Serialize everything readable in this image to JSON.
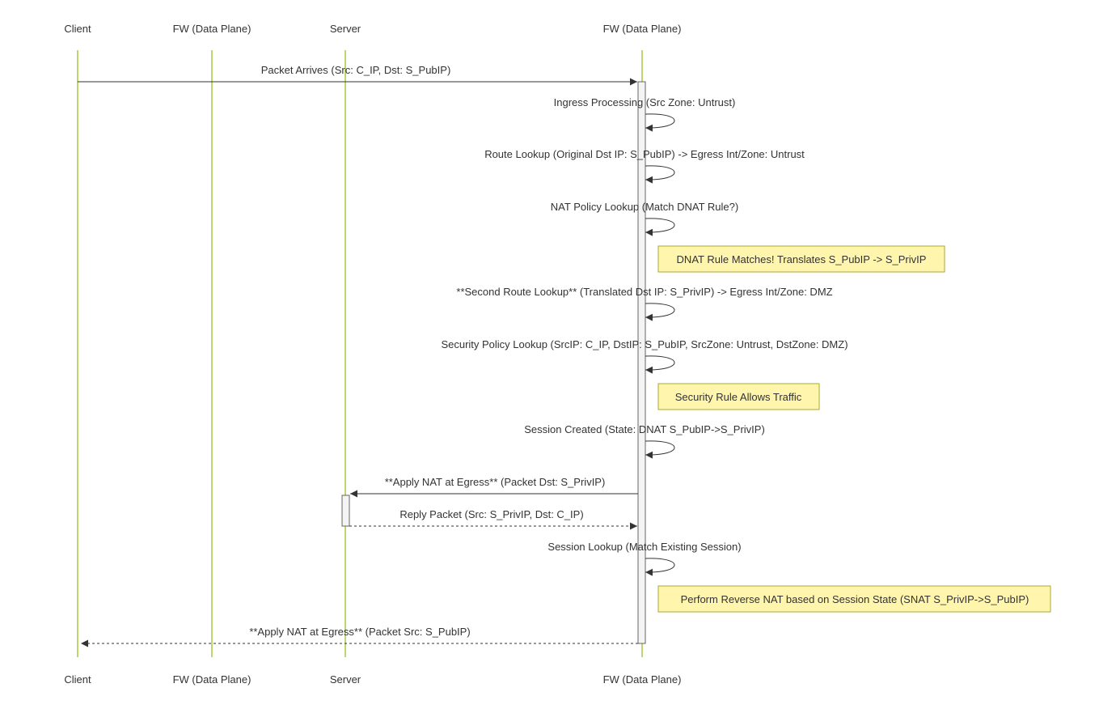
{
  "colors": {
    "lifeline": "#a4cc3a",
    "arrow": "#333333",
    "activation_fill": "#f4f4f4",
    "activation_stroke": "#666666",
    "note_fill": "#fff5ad",
    "note_stroke": "#aaaa33",
    "text": "#333333",
    "background": "#ffffff"
  },
  "participants": [
    {
      "id": "client",
      "label": "Client"
    },
    {
      "id": "fw1",
      "label": "FW (Data Plane)"
    },
    {
      "id": "server",
      "label": "Server"
    },
    {
      "id": "fw2",
      "label": "FW (Data Plane)"
    }
  ],
  "messages": [
    {
      "from": "client",
      "to": "fw2",
      "label": "Packet Arrives (Src: C_IP, Dst: S_PubIP)",
      "style": "solid"
    },
    {
      "from": "fw2",
      "to": "fw2",
      "label": "Ingress Processing (Src Zone: Untrust)",
      "style": "self"
    },
    {
      "from": "fw2",
      "to": "fw2",
      "label": "Route Lookup (Original Dst IP: S_PubIP) -> Egress Int/Zone: Untrust",
      "style": "self"
    },
    {
      "from": "fw2",
      "to": "fw2",
      "label": "NAT Policy Lookup (Match DNAT Rule?)",
      "style": "self"
    },
    {
      "kind": "note",
      "label": "DNAT Rule Matches! Translates S_PubIP -> S_PrivIP"
    },
    {
      "from": "fw2",
      "to": "fw2",
      "label": "**Second Route Lookup** (Translated Dst IP: S_PrivIP) -> Egress Int/Zone: DMZ",
      "style": "self"
    },
    {
      "from": "fw2",
      "to": "fw2",
      "label": "Security Policy Lookup (SrcIP: C_IP, DstIP: S_PubIP, SrcZone: Untrust, DstZone: DMZ)",
      "style": "self"
    },
    {
      "kind": "note",
      "label": "Security Rule Allows Traffic"
    },
    {
      "from": "fw2",
      "to": "fw2",
      "label": "Session Created (State: DNAT S_PubIP->S_PrivIP)",
      "style": "self"
    },
    {
      "from": "fw2",
      "to": "server",
      "label": "**Apply NAT at Egress** (Packet Dst: S_PrivIP)",
      "style": "solid"
    },
    {
      "from": "server",
      "to": "fw2",
      "label": "Reply Packet (Src: S_PrivIP, Dst: C_IP)",
      "style": "dashed"
    },
    {
      "from": "fw2",
      "to": "fw2",
      "label": "Session Lookup (Match Existing Session)",
      "style": "self"
    },
    {
      "kind": "note",
      "label": "Perform Reverse NAT based on Session State (SNAT S_PrivIP->S_PubIP)"
    },
    {
      "from": "fw2",
      "to": "client",
      "label": "**Apply NAT at Egress** (Packet Src: S_PubIP)",
      "style": "dashed"
    }
  ]
}
